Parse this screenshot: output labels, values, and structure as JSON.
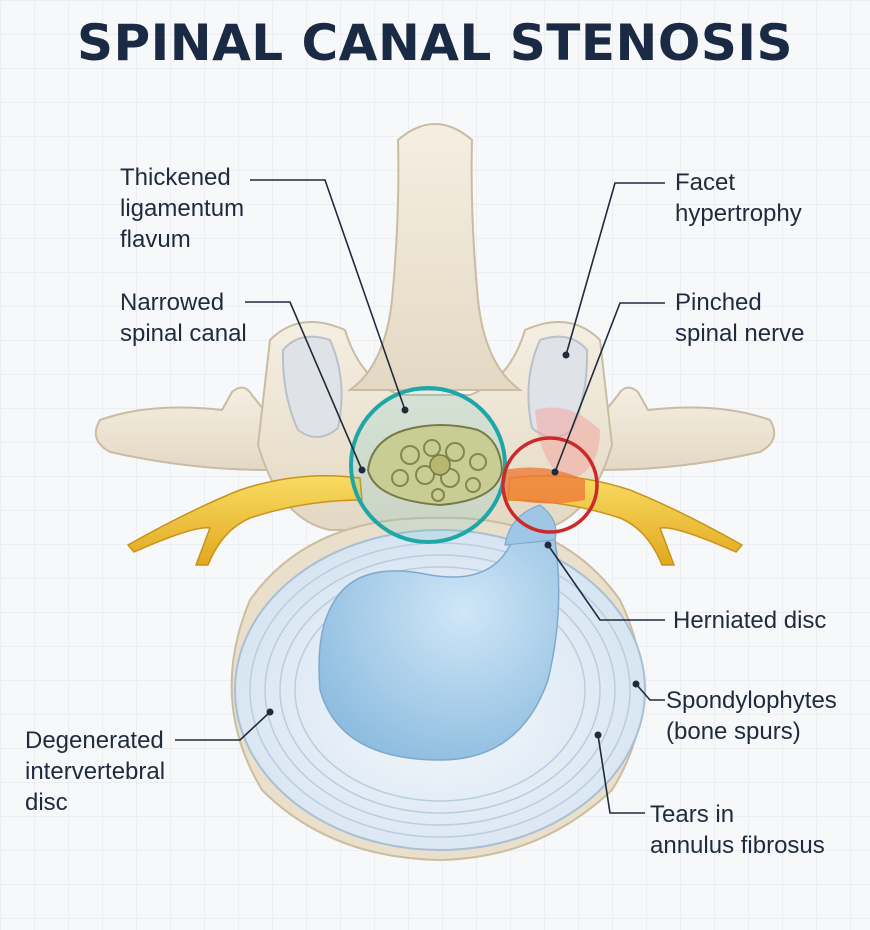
{
  "title": "SPINAL CANAL STENOSIS",
  "labels": {
    "ligamentum": [
      "Thickened",
      "ligamentum",
      "flavum"
    ],
    "narrowed_canal": [
      "Narrowed",
      "spinal canal"
    ],
    "facet": [
      "Facet",
      "hypertrophy"
    ],
    "pinched_nerve": [
      "Pinched",
      "spinal nerve"
    ],
    "herniated": [
      "Herniated disc"
    ],
    "spondylophytes": [
      "Spondylophytes",
      "(bone spurs)"
    ],
    "tears": [
      "Tears in",
      "annulus fibrosus"
    ],
    "degenerated": [
      "Degenerated",
      "intervertebral",
      "disc"
    ]
  },
  "colors": {
    "title": "#1b2a44",
    "bone": "#eee6d6",
    "disc": "#dfeaf5",
    "nucleus": "#a9cde8",
    "nerve": "#f1c63c",
    "canal_highlight": "#1fa6a6",
    "nerve_highlight": "#cc2a2a"
  }
}
